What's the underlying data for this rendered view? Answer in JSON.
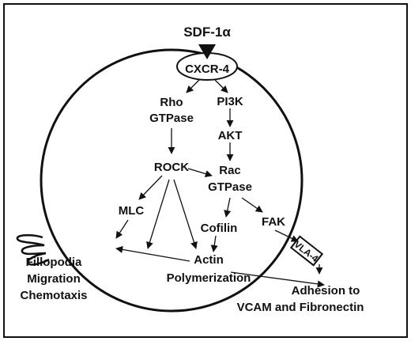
{
  "colors": {
    "stroke": "#111111",
    "background": "#ffffff"
  },
  "nodes": {
    "ligand": "SDF-1α",
    "receptor": "CXCR-4",
    "rho_line1": "Rho",
    "rho_line2": "GTPase",
    "pi3k": "PI3K",
    "akt": "AKT",
    "rock": "ROCK",
    "rac_line1": "Rac",
    "rac_line2": "GTPase",
    "mlc": "MLC",
    "cofilin": "Cofilin",
    "fak": "FAK",
    "vla4": "VLA-4",
    "actin_line1": "Actin",
    "actin_line2": "Polymerization",
    "filopodia_line1": "Fillopodia",
    "filopodia_line2": "Migration",
    "filopodia_line3": "Chemotaxis",
    "adhesion_line1": "Adhesion to",
    "adhesion_line2": "VCAM and Fibronectin"
  }
}
